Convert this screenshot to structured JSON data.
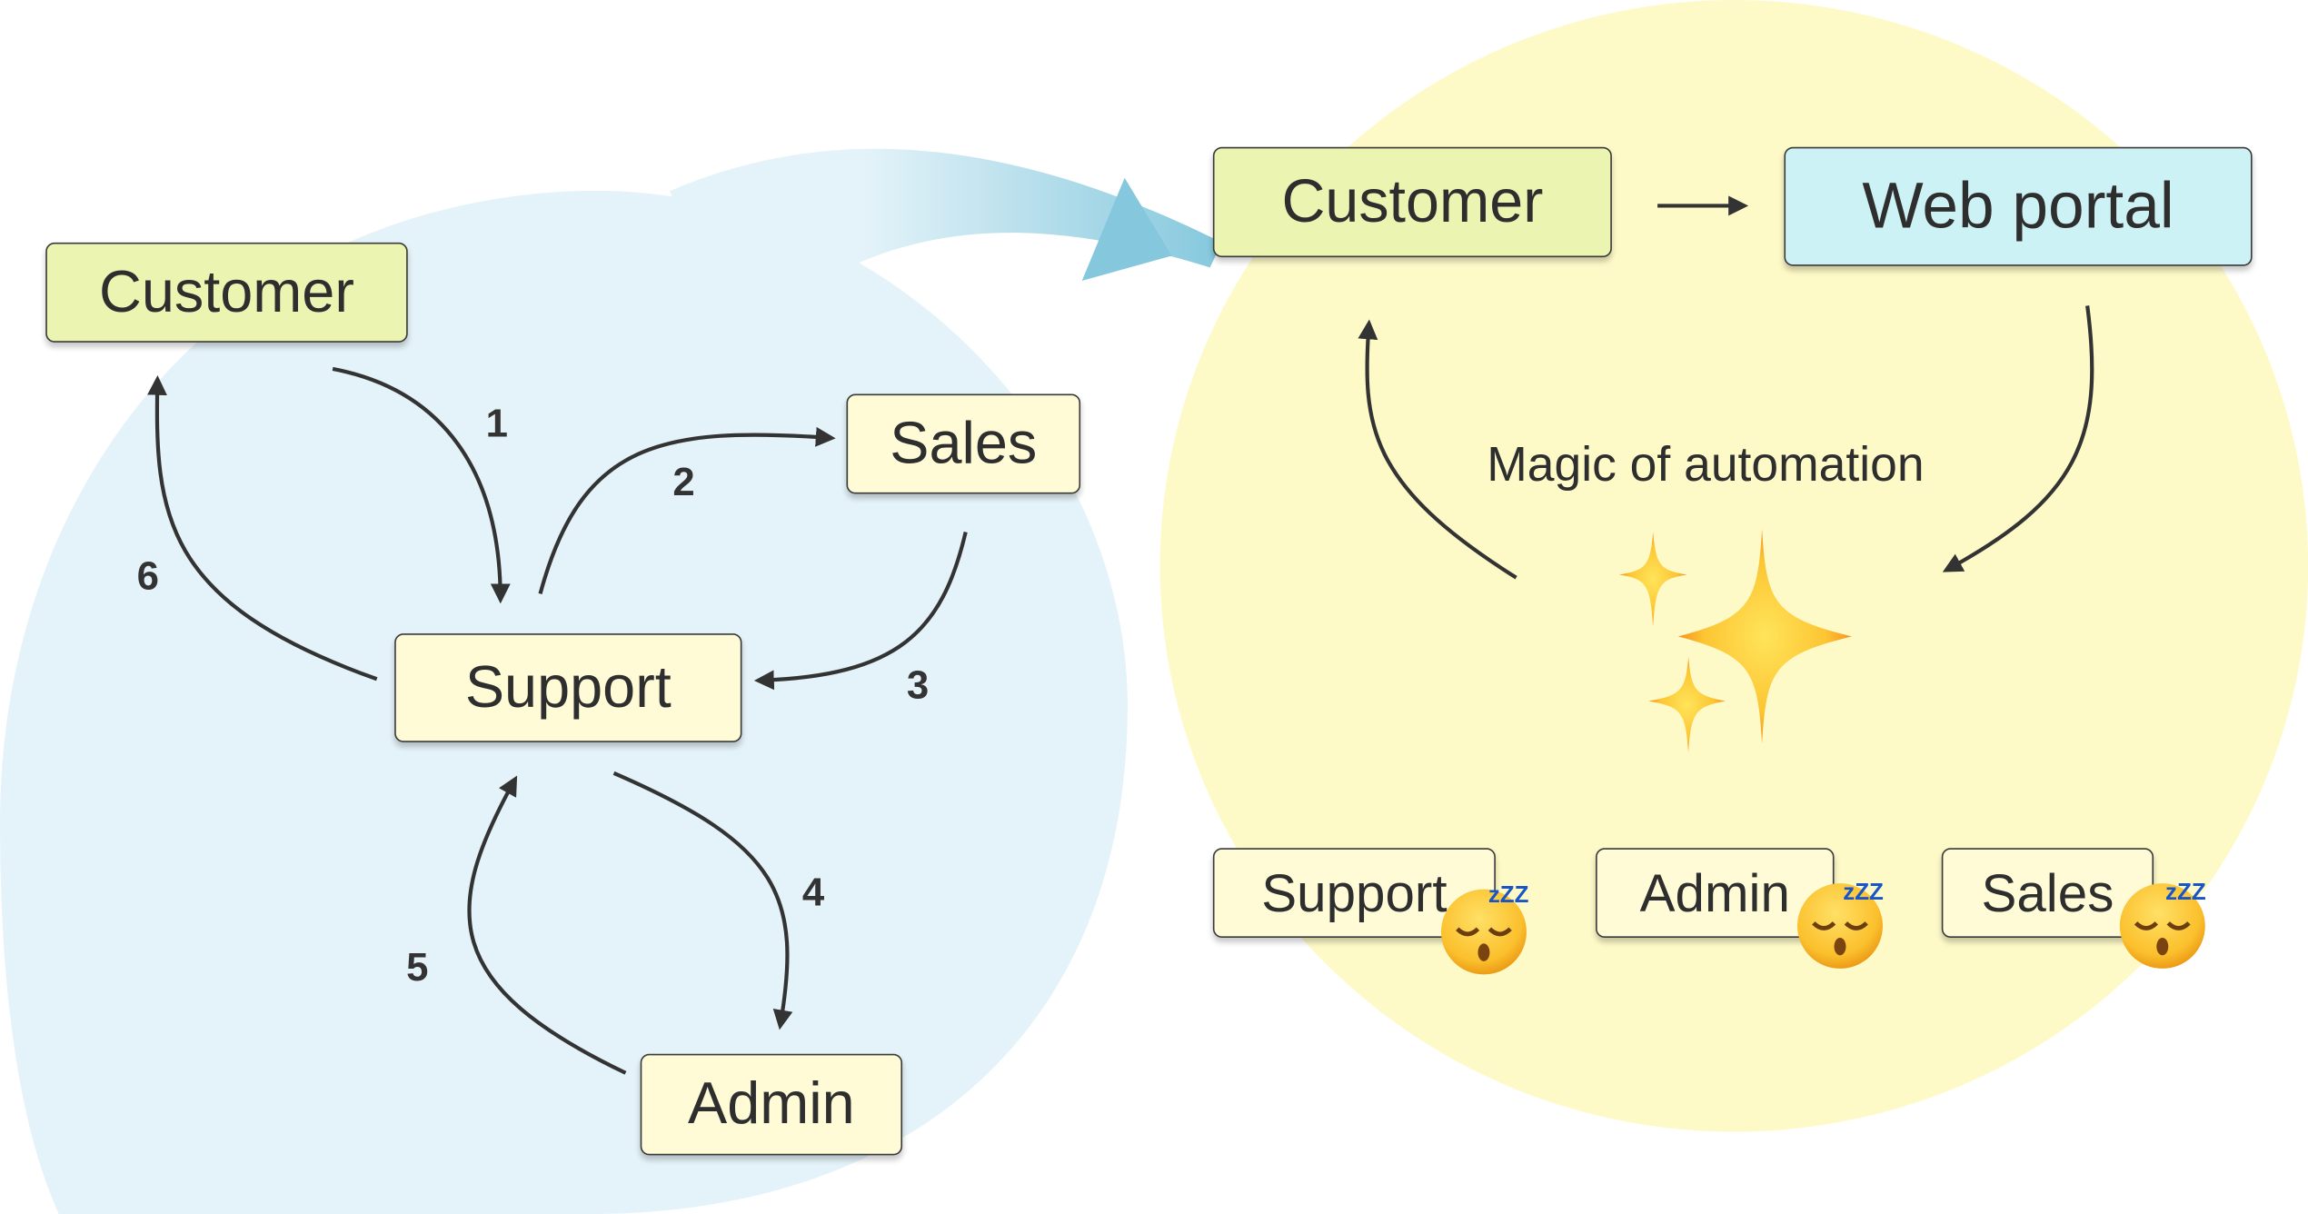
{
  "colors": {
    "before_bg": "#e4f3f9",
    "after_bg": "#fefac8",
    "customer_node": "#ebf4b0",
    "team_node": "#fefbd6",
    "portal_node": "#cdf2f6",
    "transition_arrow": "#85c8dd",
    "edge": "#333333"
  },
  "before": {
    "nodes": {
      "customer": "Customer",
      "support": "Support",
      "sales": "Sales",
      "admin": "Admin"
    },
    "steps": [
      "1",
      "2",
      "3",
      "4",
      "5",
      "6"
    ],
    "edges": [
      {
        "from": "Customer",
        "to": "Support",
        "step": "1"
      },
      {
        "from": "Support",
        "to": "Sales",
        "step": "2"
      },
      {
        "from": "Sales",
        "to": "Support",
        "step": "3"
      },
      {
        "from": "Support",
        "to": "Admin",
        "step": "4"
      },
      {
        "from": "Admin",
        "to": "Support",
        "step": "5"
      },
      {
        "from": "Support",
        "to": "Customer",
        "step": "6"
      }
    ]
  },
  "after": {
    "nodes": {
      "customer": "Customer",
      "portal": "Web portal"
    },
    "caption": "Magic of automation",
    "sparkles_icon": "sparkles-emoji",
    "idle_teams": [
      {
        "label": "Support",
        "status_icon": "sleeping-face-emoji"
      },
      {
        "label": "Admin",
        "status_icon": "sleeping-face-emoji"
      },
      {
        "label": "Sales",
        "status_icon": "sleeping-face-emoji"
      }
    ],
    "zzz": "zZZ"
  }
}
